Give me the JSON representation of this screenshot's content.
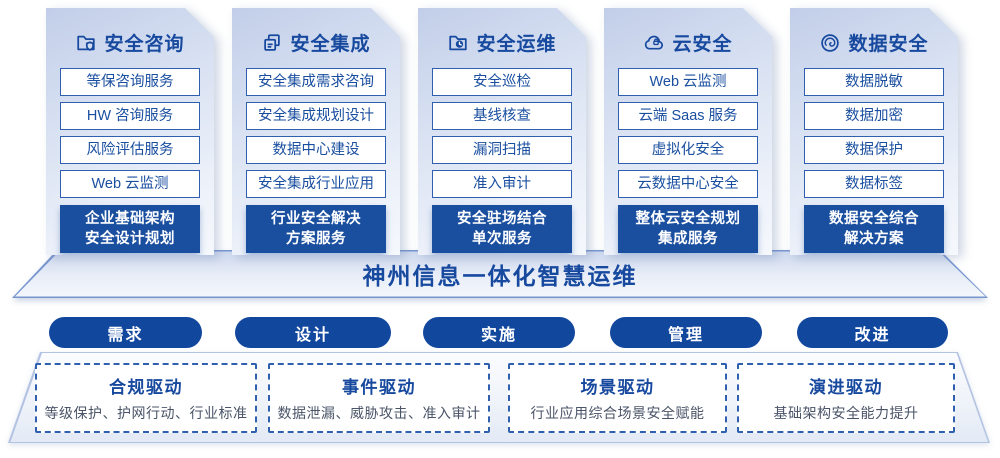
{
  "colors": {
    "accent": "#17499f",
    "solid-blue": "#1a4fa0",
    "pill-blue": "#12479e",
    "item-border": "#2f60b0",
    "desc-gray": "#4a5468",
    "trap-border": "#7796cf"
  },
  "columns": [
    {
      "title": "安全咨询",
      "icon": "folder-shield-icon",
      "items": [
        "等保咨询服务",
        "HW 咨询服务",
        "风险评估服务",
        "Web 云监测"
      ],
      "highlight_lines": [
        "企业基础架构",
        "安全设计规划"
      ]
    },
    {
      "title": "安全集成",
      "icon": "copy-docs-icon",
      "items": [
        "安全集成需求咨询",
        "安全集成规划设计",
        "数据中心建设",
        "安全集成行业应用"
      ],
      "highlight_lines": [
        "行业安全解决",
        "方案服务"
      ]
    },
    {
      "title": "安全运维",
      "icon": "folder-clock-icon",
      "items": [
        "安全巡检",
        "基线核查",
        "漏洞扫描",
        "准入审计"
      ],
      "highlight_lines": [
        "安全驻场结合",
        "单次服务"
      ]
    },
    {
      "title": "云安全",
      "icon": "cloud-lock-icon",
      "items": [
        "Web 云监测",
        "云端 Saas 服务",
        "虚拟化安全",
        "云数据中心安全"
      ],
      "highlight_lines": [
        "整体云安全规划",
        "集成服务"
      ]
    },
    {
      "title": "数据安全",
      "icon": "fingerprint-icon",
      "items": [
        "数据脱敏",
        "数据加密",
        "数据保护",
        "数据标签"
      ],
      "highlight_lines": [
        "数据安全综合",
        "解决方案"
      ]
    }
  ],
  "banner": {
    "title": "神州信息一体化智慧运维"
  },
  "process": [
    "需求",
    "设计",
    "实施",
    "管理",
    "改进"
  ],
  "drivers": [
    {
      "title": "合规驱动",
      "desc": "等级保护、护网行动、行业标准"
    },
    {
      "title": "事件驱动",
      "desc": "数据泄漏、威胁攻击、准入审计"
    },
    {
      "title": "场景驱动",
      "desc": "行业应用综合场景安全赋能"
    },
    {
      "title": "演进驱动",
      "desc": "基础架构安全能力提升"
    }
  ]
}
